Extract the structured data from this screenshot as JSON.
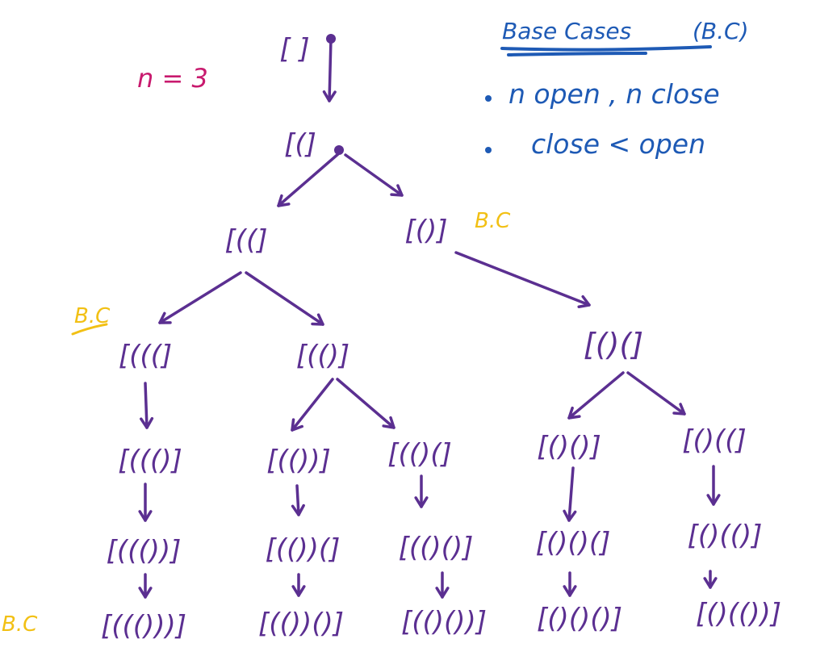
{
  "notes": {
    "title": "Base Cases",
    "title_abbrev": "(B.C)",
    "items": [
      "n open , n close",
      "close < open"
    ]
  },
  "n_label": "n = 3",
  "bc_label": "B.C",
  "tree": {
    "nodes": [
      {
        "id": "root",
        "label": "[ ]"
      },
      {
        "id": "l1",
        "label": "[(]"
      },
      {
        "id": "l2a",
        "label": "[((]"
      },
      {
        "id": "l2b",
        "label": "[()]"
      },
      {
        "id": "l3a",
        "label": "[(((]"
      },
      {
        "id": "l3b",
        "label": "[(()]"
      },
      {
        "id": "l3c",
        "label": "[()(]"
      },
      {
        "id": "l4a",
        "label": "[((()]"
      },
      {
        "id": "l4b",
        "label": "[(())]"
      },
      {
        "id": "l4c",
        "label": "[(()(]"
      },
      {
        "id": "l4d",
        "label": "[()()]"
      },
      {
        "id": "l4e",
        "label": "[()((]"
      },
      {
        "id": "l5a",
        "label": "[((())]"
      },
      {
        "id": "l5b",
        "label": "[(())(]"
      },
      {
        "id": "l5c",
        "label": "[(()()]"
      },
      {
        "id": "l5d",
        "label": "[()()(]"
      },
      {
        "id": "l5e",
        "label": "[()(()]"
      },
      {
        "id": "l6a",
        "label": "[((()))]"
      },
      {
        "id": "l6b",
        "label": "[(())()]"
      },
      {
        "id": "l6c",
        "label": "[(()())]"
      },
      {
        "id": "l6d",
        "label": "[()()()]"
      },
      {
        "id": "l6e",
        "label": "[()(())]"
      }
    ],
    "edges": [
      [
        "root",
        "l1"
      ],
      [
        "l1",
        "l2a"
      ],
      [
        "l1",
        "l2b"
      ],
      [
        "l2a",
        "l3a"
      ],
      [
        "l2a",
        "l3b"
      ],
      [
        "l2b",
        "l3c"
      ],
      [
        "l3a",
        "l4a"
      ],
      [
        "l3b",
        "l4b"
      ],
      [
        "l3b",
        "l4c"
      ],
      [
        "l3c",
        "l4d"
      ],
      [
        "l3c",
        "l4e"
      ],
      [
        "l4a",
        "l5a"
      ],
      [
        "l4b",
        "l5b"
      ],
      [
        "l4c",
        "l5c"
      ],
      [
        "l4d",
        "l5d"
      ],
      [
        "l4e",
        "l5e"
      ],
      [
        "l5a",
        "l6a"
      ],
      [
        "l5b",
        "l6b"
      ],
      [
        "l5c",
        "l6c"
      ],
      [
        "l5d",
        "l6d"
      ],
      [
        "l5e",
        "l6e"
      ]
    ],
    "base_case_marks": [
      "l2b",
      "l3a",
      "l6a"
    ]
  },
  "colors": {
    "tree": "#5b2f91",
    "notes": "#1e5ab5",
    "n_label": "#c81a6e",
    "base_case": "#f2c014"
  }
}
